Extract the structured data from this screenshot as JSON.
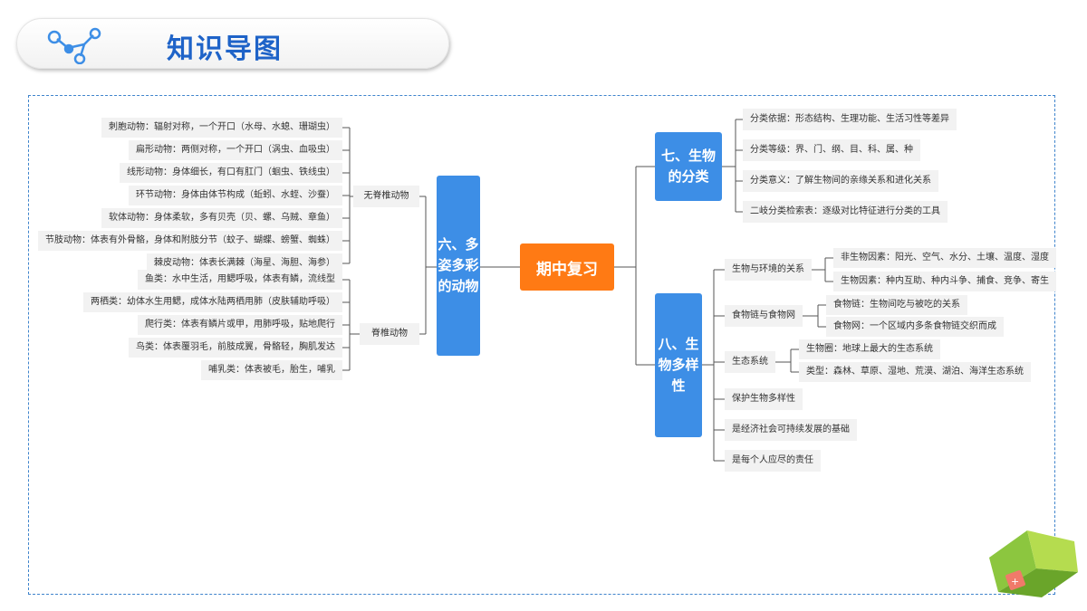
{
  "header": {
    "title": "知识导图"
  },
  "center": "期中复习",
  "branch6": {
    "label": "六、多姿多彩的动物",
    "groups": [
      {
        "label": "无脊椎动物",
        "items": [
          "刺胞动物：辐射对称，一个开口（水母、水螅、珊瑚虫）",
          "扁形动物：两侧对称，一个开口（涡虫、血吸虫）",
          "线形动物：身体细长，有口有肛门（蛔虫、铁线虫）",
          "环节动物：身体由体节构成（蚯蚓、水蛭、沙蚕）",
          "软体动物：身体柔软，多有贝壳（贝、螺、乌贼、章鱼）",
          "节肢动物：体表有外骨骼，身体和附肢分节（蚊子、蝴蝶、螃蟹、蜘蛛）",
          "棘皮动物：体表长满棘（海星、海胆、海参）"
        ]
      },
      {
        "label": "脊椎动物",
        "items": [
          "鱼类：水中生活，用鳃呼吸，体表有鳞，流线型",
          "两栖类：幼体水生用鳃，成体水陆两栖用肺（皮肤辅助呼吸）",
          "爬行类：体表有鳞片或甲，用肺呼吸，贴地爬行",
          "鸟类：体表覆羽毛，前肢成翼，骨骼轻，胸肌发达",
          "哺乳类：体表被毛，胎生，哺乳"
        ]
      }
    ]
  },
  "branch7": {
    "label": "七、生物的分类",
    "items": [
      "分类依据：形态结构、生理功能、生活习性等差异",
      "分类等级：界、门、纲、目、科、属、种",
      "分类意义：了解生物间的亲缘关系和进化关系",
      "二岐分类检索表：逐级对比特征进行分类的工具"
    ]
  },
  "branch8": {
    "label": "八、生物多样性",
    "groups": [
      {
        "label": "生物与环境的关系",
        "items": [
          "非生物因素：阳光、空气、水分、土壤、温度、湿度",
          "生物因素：种内互助、种内斗争、捕食、竞争、寄生"
        ]
      },
      {
        "label": "食物链与食物网",
        "items": [
          "食物链：生物间吃与被吃的关系",
          "食物网：一个区域内多条食物链交织而成"
        ]
      },
      {
        "label": "生态系统",
        "items": [
          "生物圈：地球上最大的生态系统",
          "类型：森林、草原、湿地、荒漠、湖泊、海洋生态系统"
        ]
      },
      {
        "label": "保护生物多样性",
        "items": []
      },
      {
        "label": "是经济社会可持续发展的基础",
        "items": []
      },
      {
        "label": "是每个人应尽的责任",
        "items": []
      }
    ]
  }
}
